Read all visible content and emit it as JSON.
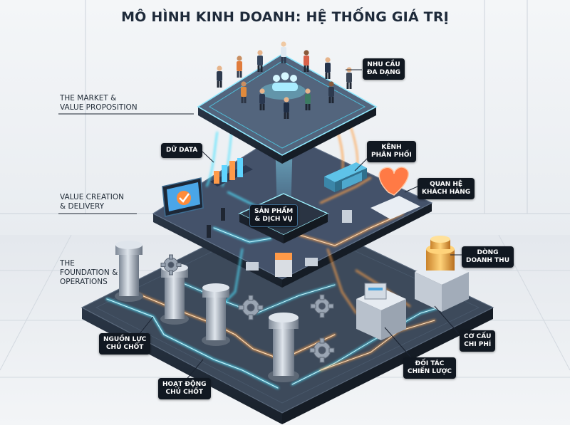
{
  "title": "MÔ HÌNH KINH DOANH: HỆ THỐNG GIÁ TRỊ",
  "sections": {
    "market": [
      "THE MARKET &",
      "VALUE PROPOSITION"
    ],
    "creation": [
      "VALUE CREATION",
      "& DELIVERY"
    ],
    "foundation": [
      "THE",
      "FOUNDATION &",
      "OPERATIONS"
    ]
  },
  "callouts": {
    "needs": [
      "NHU CẦU",
      "ĐA DẠNG"
    ],
    "data": [
      "DỮ DATA"
    ],
    "channels": [
      "KÊNH",
      "PHÂN PHỐI"
    ],
    "relationships": [
      "QUAN HỆ",
      "KHÁCH HÀNG"
    ],
    "product": [
      "SẢN PHẨM",
      "& DỊCH VỤ"
    ],
    "revenue": [
      "DÒNG",
      "DOANH THU"
    ],
    "cost": [
      "CƠ CẤU",
      "CHI PHÍ"
    ],
    "partners": [
      "ĐỐI TÁC",
      "CHIẾN LƯỢC"
    ],
    "resources": [
      "NGUỒN LỰC",
      "CHỦ CHỐT"
    ],
    "activities": [
      "HOẠT ĐỘNG",
      "CHỦ CHỐT"
    ]
  },
  "colors": {
    "platform": "#3b4a5c",
    "platform_dark": "#1e2835",
    "glow_cyan": "#4fe3ff",
    "glow_orange": "#ffa24a",
    "callout_bg": "#111821"
  }
}
